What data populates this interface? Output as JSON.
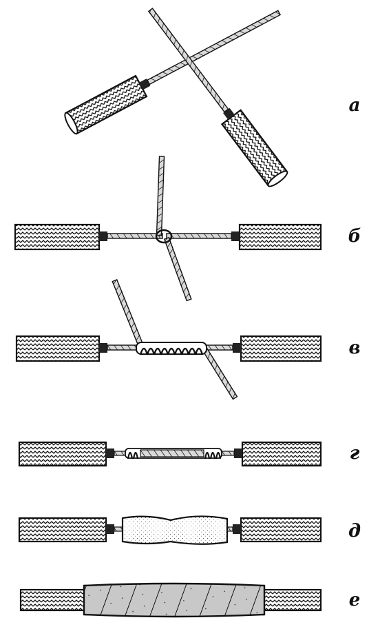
{
  "steps": [
    {
      "label": "а"
    },
    {
      "label": "б"
    },
    {
      "label": "в"
    },
    {
      "label": "г"
    },
    {
      "label": "д"
    },
    {
      "label": "е"
    }
  ],
  "colors": {
    "ink": "#111111",
    "paper": "#ffffff",
    "wire": "#8a8a8a"
  }
}
